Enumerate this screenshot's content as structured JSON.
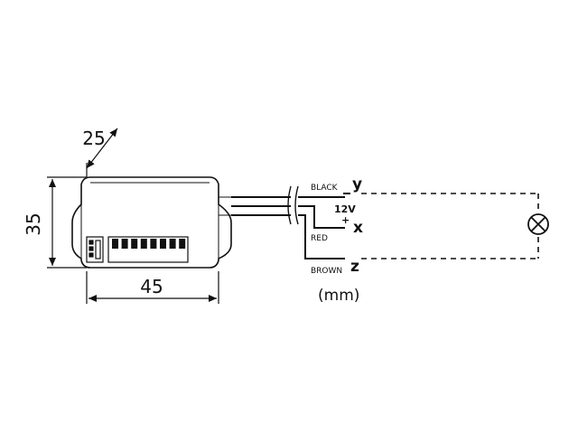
{
  "dimensions": {
    "depth": "25",
    "height": "35",
    "width": "45",
    "units": "(mm)"
  },
  "wires": {
    "black": "BLACK",
    "red": "RED",
    "brown": "BROWN",
    "supply": "12V",
    "plus": "+"
  },
  "terminals": {
    "y": "y",
    "x": "x",
    "z": "z"
  },
  "switch_count": 8,
  "load": {
    "icon": "lamp-icon"
  }
}
